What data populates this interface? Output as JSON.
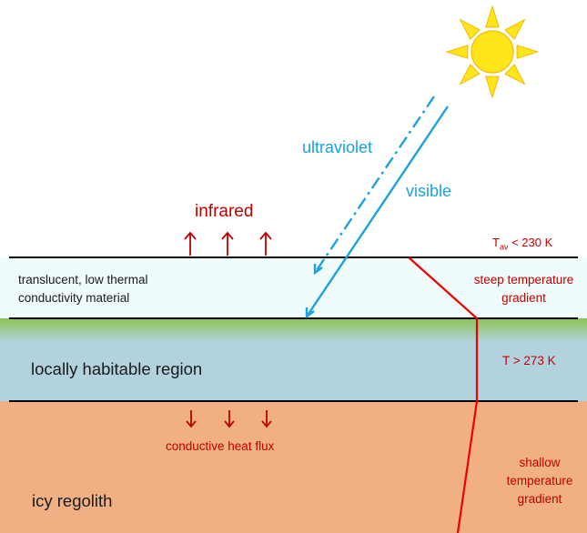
{
  "colors": {
    "translucent_layer": "#f0fbfb",
    "habitable_layer": "#b2d3de",
    "green_band": "#8ec455",
    "regolith_layer": "#f1b083",
    "sun_fill": "#ffe51a",
    "sun_stroke": "#f6b800",
    "radiation": "#1ba1e2",
    "red": "#c00000",
    "gradient_line": "#ee0000",
    "boundary": "#000000"
  },
  "icons": {
    "sun": "sun-icon",
    "up_arrows": "arrow-up-icon",
    "down_arrows": "arrow-down-icon"
  },
  "labels": {
    "ultraviolet": "ultraviolet",
    "visible": "visible",
    "infrared": "infrared",
    "surface_temp_prefix": "T",
    "surface_temp_sub": "av",
    "surface_temp_suffix": "< 230 K",
    "translucent_line1": "translucent, low thermal",
    "translucent_line2": "conductivity material",
    "steep_line1": "steep temperature",
    "steep_line2": "gradient",
    "habitable": "locally habitable region",
    "habitable_temp": "T > 273 K",
    "heat_flux": "conductive heat flux",
    "regolith": "icy regolith",
    "shallow_line1": "shallow",
    "shallow_line2": "temperature",
    "shallow_line3": "gradient"
  }
}
